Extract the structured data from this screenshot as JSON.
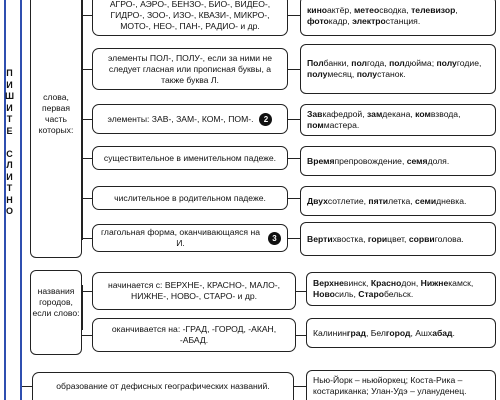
{
  "side_label": [
    "П",
    "И",
    "Ш",
    "И",
    "Т",
    "Е",
    "",
    "С",
    "Л",
    "И",
    "Т",
    "Н",
    "О"
  ],
  "left_label_1": "слова, первая часть которых:",
  "left_label_2": "названия городов, если слово:",
  "rules": [
    {
      "text": "АГРО-, АЭРО-, БЕНЗО-, БИО-, ВИДЕО-, ГИДРО-, ЗОО-, ИЗО-, КВАЗИ-, МИКРО-, МОТО-, НЕО-, ПАН-, РАДИО- и др."
    },
    {
      "text": "элементы ПОЛ-, ПОЛУ-, если за ними не следует гласная или прописная буквы, а также буква Л."
    },
    {
      "text": "элементы: ЗАВ-, ЗАМ-, КОМ-, ПОМ-.",
      "badge": "2"
    },
    {
      "text": "существительное в именительном падеже."
    },
    {
      "text": "числительное в родительном падеже."
    },
    {
      "text": "глагольная форма, оканчивающаяся на И.",
      "badge": "3"
    }
  ],
  "examples": [
    [
      {
        "b": "кино"
      },
      {
        "t": "актёр, "
      },
      {
        "b": "метео"
      },
      {
        "t": "сводка, "
      },
      {
        "b": "телевизор"
      },
      {
        "t": ", "
      },
      {
        "b": "фото"
      },
      {
        "t": "кадр, "
      },
      {
        "b": "электро"
      },
      {
        "t": "станция."
      }
    ],
    [
      {
        "b": "Пол"
      },
      {
        "t": "банки, "
      },
      {
        "b": "пол"
      },
      {
        "t": "года, "
      },
      {
        "b": "пол"
      },
      {
        "t": "дюйма; "
      },
      {
        "b": "полу"
      },
      {
        "t": "годие, "
      },
      {
        "b": "полу"
      },
      {
        "t": "месяц, "
      },
      {
        "b": "полу"
      },
      {
        "t": "станок."
      }
    ],
    [
      {
        "b": "Зав"
      },
      {
        "t": "кафедрой, "
      },
      {
        "b": "зам"
      },
      {
        "t": "декана, "
      },
      {
        "b": "ком"
      },
      {
        "t": "взвода, "
      },
      {
        "b": "пом"
      },
      {
        "t": "мастера."
      }
    ],
    [
      {
        "b": "Время"
      },
      {
        "t": "препровождение, "
      },
      {
        "b": "семя"
      },
      {
        "t": "доля."
      }
    ],
    [
      {
        "b": "Двух"
      },
      {
        "t": "сотлетие, "
      },
      {
        "b": "пяти"
      },
      {
        "t": "летка, "
      },
      {
        "b": "семи"
      },
      {
        "t": "дневка."
      }
    ],
    [
      {
        "b": "Верти"
      },
      {
        "t": "хвостка, "
      },
      {
        "b": "гори"
      },
      {
        "t": "цвет, "
      },
      {
        "b": "сорви"
      },
      {
        "t": "голова."
      }
    ]
  ],
  "city_rules": [
    {
      "text": "начинается с: ВЕРХНЕ-, КРАСНО-, МАЛО-, НИЖНЕ-, НОВО-, СТАРО- и др."
    },
    {
      "text": "оканчивается на: -ГРАД, -ГОРОД, -АКАН, -АБАД."
    }
  ],
  "city_examples": [
    [
      {
        "b": "Верх"
      },
      {
        "b": "не"
      },
      {
        "t": "винск, "
      },
      {
        "b": "Красно"
      },
      {
        "t": "дон, "
      },
      {
        "b": "Нижне"
      },
      {
        "t": "камск, "
      },
      {
        "b": "Ново"
      },
      {
        "t": "силь, "
      },
      {
        "b": "Старо"
      },
      {
        "t": "бельск."
      }
    ],
    [
      {
        "t": "Калинин"
      },
      {
        "b": "град"
      },
      {
        "t": ", Бел"
      },
      {
        "b": "город"
      },
      {
        "t": ", Ашх"
      },
      {
        "b": "абад"
      },
      {
        "t": "."
      }
    ]
  ],
  "bottom_rule": "образование от дефисных географических названий.",
  "bottom_example": "Нью-Йорк – ньюйоркец; Коста-Рика – костариканка; Улан-Удэ – улануденец."
}
